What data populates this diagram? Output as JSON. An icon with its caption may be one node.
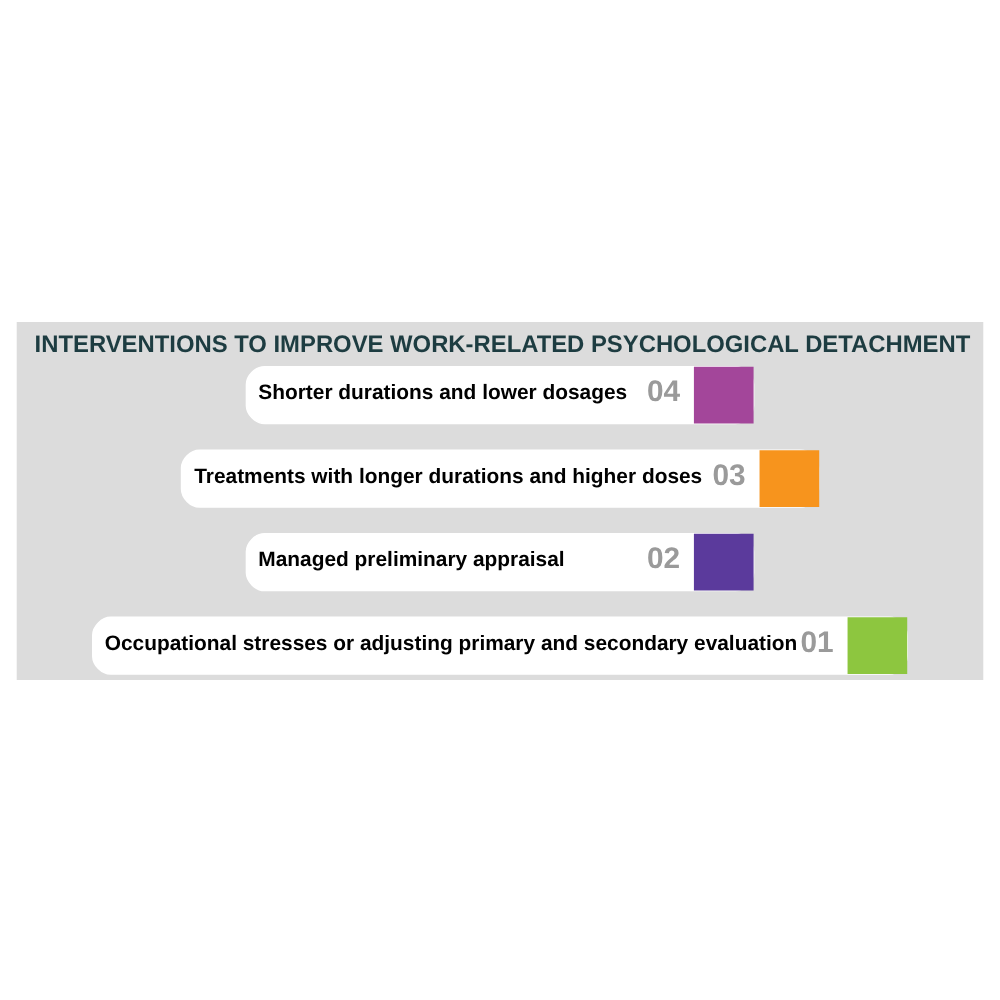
{
  "diagram": {
    "title": "INTERVENTIONS TO IMPROVE WORK-RELATED PSYCHOLOGICAL DETACHMENT",
    "nodes": [
      {
        "text": [
          "Occupational stresses or adjusting primary and secondary evaluation",
          "01"
        ]
      },
      {
        "text": [
          "Managed preliminary appraisal",
          "02"
        ]
      },
      {
        "text": [
          "Treatments with longer durations and higher doses",
          "03"
        ]
      },
      {
        "text": [
          "Shorter durations and lower dosages",
          "04"
        ]
      }
    ]
  }
}
